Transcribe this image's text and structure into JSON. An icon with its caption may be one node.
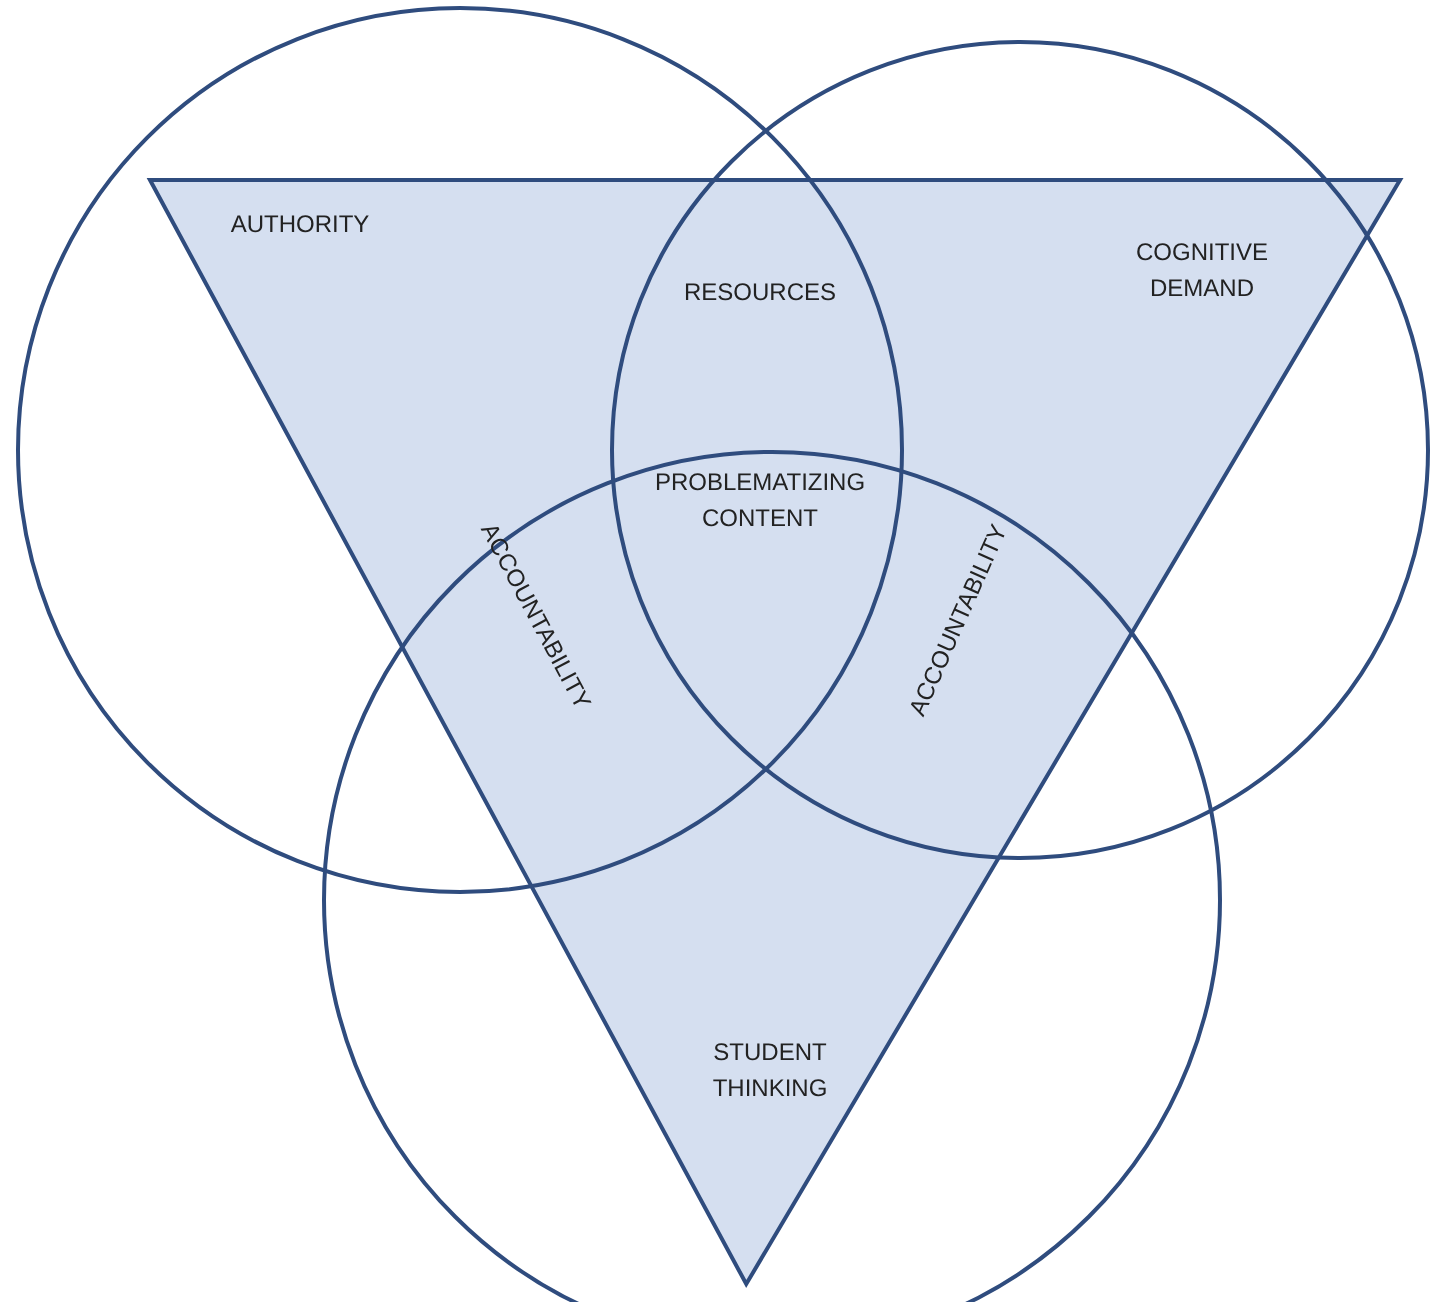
{
  "diagram": {
    "nodes": [
      {
        "text": [],
        "shape": "triangle"
      },
      {
        "text": [
          "AUTHORITY"
        ]
      },
      {
        "text": [
          "COGNITIVE DEMAND"
        ]
      },
      {
        "text": [
          "STUDENT THINKING"
        ]
      }
    ],
    "labels": [
      "RESOURCES",
      "PROBLEMATIZING CONTENT",
      "ACCOUNTABILITY",
      "ACCOUNTABILITY"
    ]
  }
}
